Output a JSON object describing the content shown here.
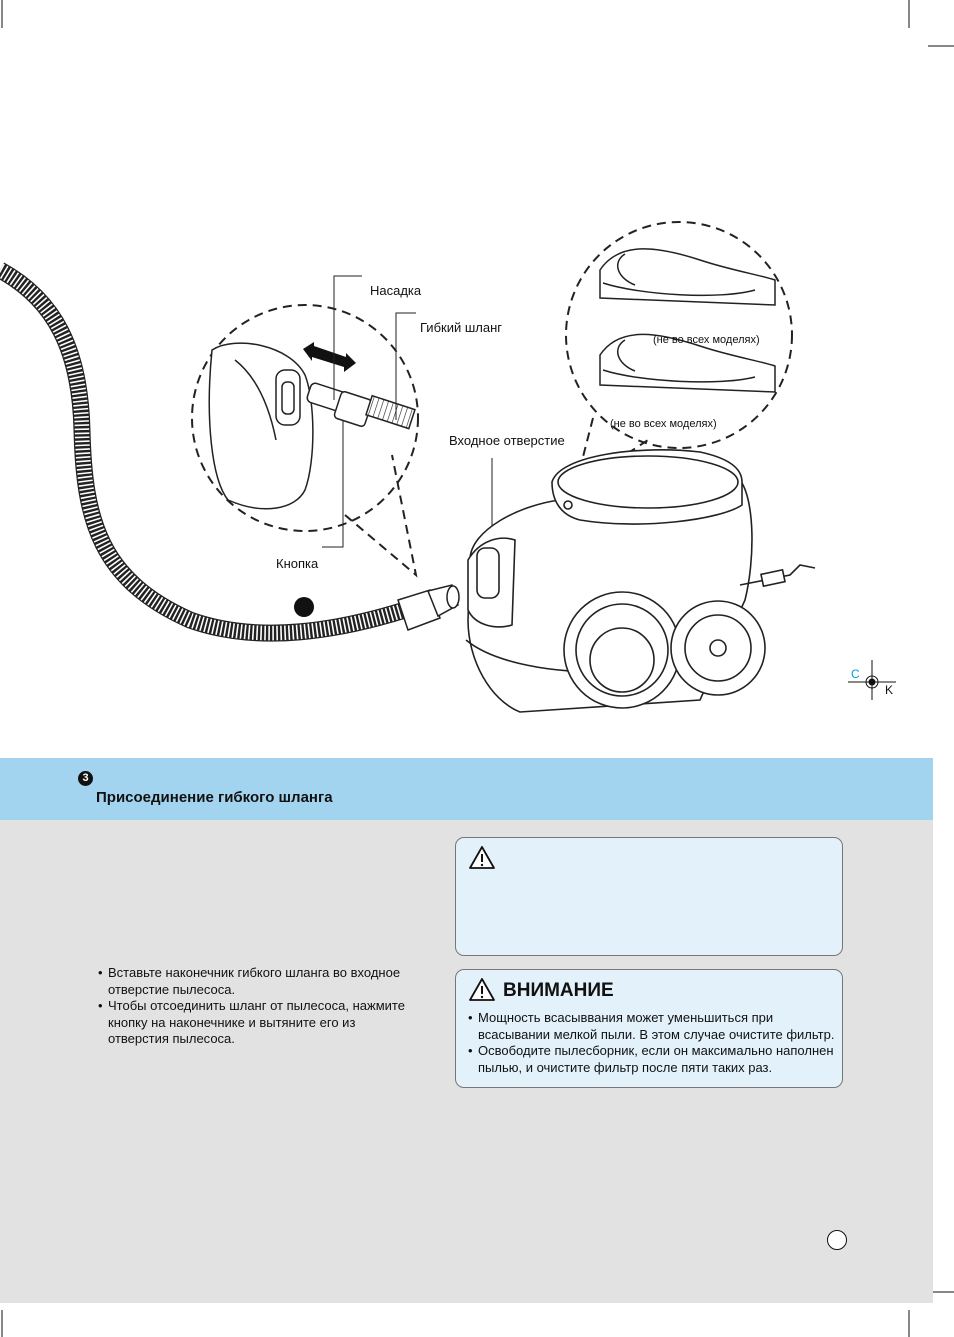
{
  "figure": {
    "labels": {
      "nozzle": "Насадка",
      "flex_hose": "Гибкий шланг",
      "button": "Кнопка",
      "inlet": "Входное отверстие",
      "not_all_models_1": "(не во всех моделях)",
      "not_all_models_2": "(не во всех моделях)"
    },
    "registration": {
      "c": "C",
      "k": "K"
    }
  },
  "section": {
    "step_number": "3",
    "title": "Присоединение гибкого шланга"
  },
  "instructions": [
    "Вставьте наконечник гибкого шланга во входное отверстие  пылесоса.",
    "Чтобы отсоединить шланг от пылесоса, нажмите кнопку на наконечнике и вытяните его из отверстия пылесоса."
  ],
  "warning": {
    "title": "ВНИМАНИЕ",
    "items": [
      "Мощность всасыввания может уменьшиться при всасывании мелкой пыли. В этом случае очистите фильтр.",
      "Освободите пылесборник, если он максимально наполнен пылью, и очистите фильтр после пяти таких раз."
    ]
  },
  "colors": {
    "header_band": "#a3d4ef",
    "page_gray": "#e2e2e2",
    "box_fill": "#e3f1fb",
    "reg_cyan": "#00a0e0"
  }
}
